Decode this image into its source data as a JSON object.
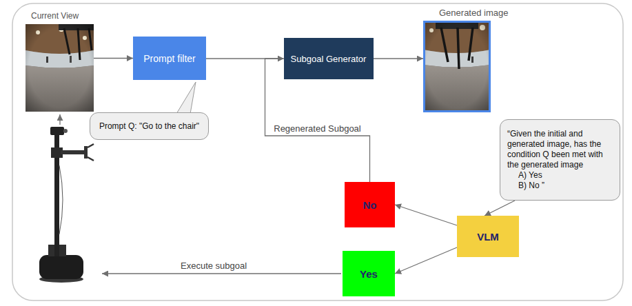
{
  "diagram": {
    "nodes": [
      {
        "text": [
          "Current View"
        ]
      },
      {
        "text": [
          "Prompt filter"
        ]
      },
      {
        "text": [
          "Subgoal Generator"
        ]
      },
      {
        "text": [
          "Generated image"
        ]
      },
      {
        "text": [
          "Prompt Q: \"Go to the chair\""
        ]
      },
      {
        "text": [
          "“Given the initial and generated image, has the condition Q been met with the generated image",
          "A) Yes",
          "B) No ”"
        ]
      },
      {
        "text": [
          "No"
        ]
      },
      {
        "text": [
          "VLM"
        ]
      },
      {
        "text": [
          "Yes"
        ]
      }
    ],
    "edges": [
      {
        "from": 0,
        "to": 1,
        "arrow": "to"
      },
      {
        "from": 1,
        "to": 2,
        "arrow": "to"
      },
      {
        "from": 2,
        "to": 3,
        "arrow": "to"
      },
      {
        "from": 7,
        "to": 6,
        "arrow": "to"
      },
      {
        "from": 7,
        "to": 8,
        "arrow": "to"
      },
      {
        "from": 6,
        "to": 2,
        "label": "Regenerated Subgoal",
        "arrow": "to"
      },
      {
        "from": 5,
        "to": 7,
        "arrow": "to"
      }
    ],
    "labels": [
      "Execute subgoal"
    ]
  }
}
